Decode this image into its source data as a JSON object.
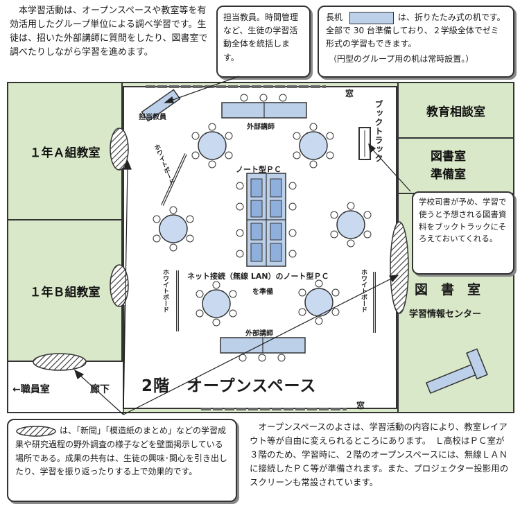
{
  "intro_text": "本学習活動は、オープンスペースや教室等を有効活用したグループ単位による調べ学習です。生徒は、招いた外部講師に質問をしたり、図書室で調べたりしながら学習を進めます。",
  "callout_teacher": "担当教員。時間管理など、生徒の学習活動全体を統括します。",
  "callout_desk": {
    "prefix": "長机",
    "text": "は、折りたたみ式の机です。全部で 30 台準備しており、２学級全体でゼミ形式の学習もできます。",
    "note": "（円型のグループ用の机は常時設置。）"
  },
  "rooms": {
    "class_a": "１年Ａ組教室",
    "class_b": "１年Ｂ組教室",
    "counsel": "教育相談室",
    "lib_prep_1": "図書室",
    "lib_prep_2": "準備室",
    "library": "図　書　室",
    "info_center": "学習情報センター",
    "staff": "←職員室",
    "corridor": "廊下",
    "open_space": "2階　オープンスペース"
  },
  "labels": {
    "window_top": "窓",
    "window_bottom": "窓",
    "teacher": "担当教員",
    "lecturer_top": "外部講師",
    "lecturer_bottom": "外部講師",
    "notebook_pc": "ノート型ＰＣ",
    "whiteboard_left": "ホワイトボード",
    "whiteboard_left2": "ホワイトボード",
    "whiteboard_right": "ホワイトボード",
    "booktrack": "ブックトラック",
    "network_pc_1": "ネット接続（無線 LAN）のノート型ＰＣ",
    "network_pc_2": "を準備"
  },
  "callout_librarian": "学校司書が予め、学習で使うと予想される図書資料をブックトラックにそろえておいてくれる。",
  "callout_display": "は、「新聞」「模造紙のまとめ」などの学習成果や研究過程の野外調査の様子などを壁面掲示している場所である。成果の共有は、生徒の興味･関心を引き出したり、学習を振り返ったりする上で効果的です。",
  "bottom_text": "オープンスペースのよさは、学習活動の内容により、教室レイアウト等が自由に変えられるところにあります。　Ｌ高校はＰＣ室が３階のため、学習時に、２階のオープンスペースには、無線ＬＡＮに接続したＰＣ等が準備されます。また、プロジェクター投影用のスクリーンも常設されています。",
  "colors": {
    "room_fill": "#d9e8c8",
    "desk_fill": "#bcd0ea",
    "table_fill": "#c9d9ef",
    "pc_fill": "#8fb0dc"
  }
}
